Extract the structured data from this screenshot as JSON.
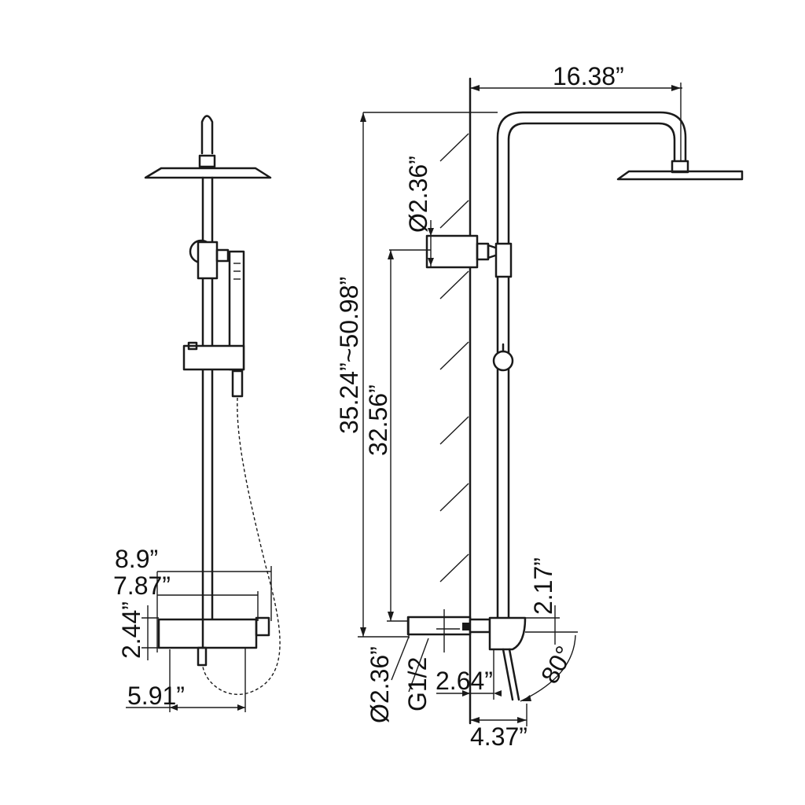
{
  "colors": {
    "stroke": "#1a1a1a",
    "background": "#ffffff"
  },
  "labels": {
    "width_top": "16.38”",
    "height_range": "35.24”~50.98”",
    "height_bracket": "32.56”",
    "dia_bracket": "Ø2.36”",
    "dia_bottom": "Ø2.36”",
    "thread": "G1/2",
    "depth_264": "2.64”",
    "depth_437": "4.37”",
    "height_217": "2.17”",
    "angle": "80°",
    "width_89": "8.9”",
    "width_787": "7.87”",
    "height_244": "2.44”",
    "width_591": "5.91”"
  }
}
